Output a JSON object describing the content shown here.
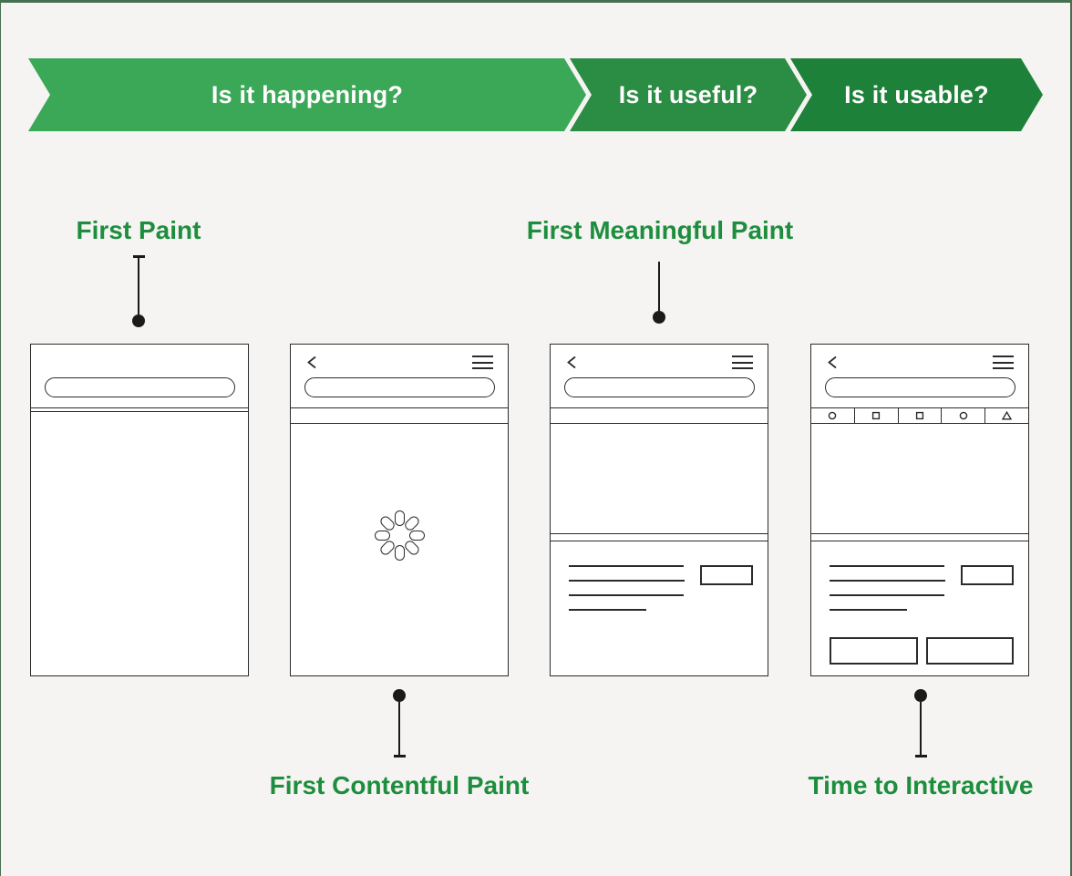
{
  "page": {
    "background_color": "#F5F4F2",
    "frame_color": "#466F4E"
  },
  "banner": {
    "text_color": "#FFFFFF",
    "steps": [
      {
        "label": "Is it happening?",
        "color": "#3BA857"
      },
      {
        "label": "Is it useful?",
        "color": "#2B8C43"
      },
      {
        "label": "Is it usable?",
        "color": "#1E8139"
      }
    ]
  },
  "metrics": {
    "label_color": "#1E8E3E",
    "first_paint": "First Paint",
    "first_meaningful_paint": "First Meaningful Paint",
    "first_contentful_paint": "First Contentful Paint",
    "time_to_interactive": "Time to Interactive"
  },
  "icons": {
    "back": "back-arrow-icon",
    "menu": "hamburger-menu-icon",
    "loading": "spinner-icon",
    "tab_shapes": [
      "circle",
      "square",
      "square",
      "circle",
      "triangle"
    ]
  }
}
